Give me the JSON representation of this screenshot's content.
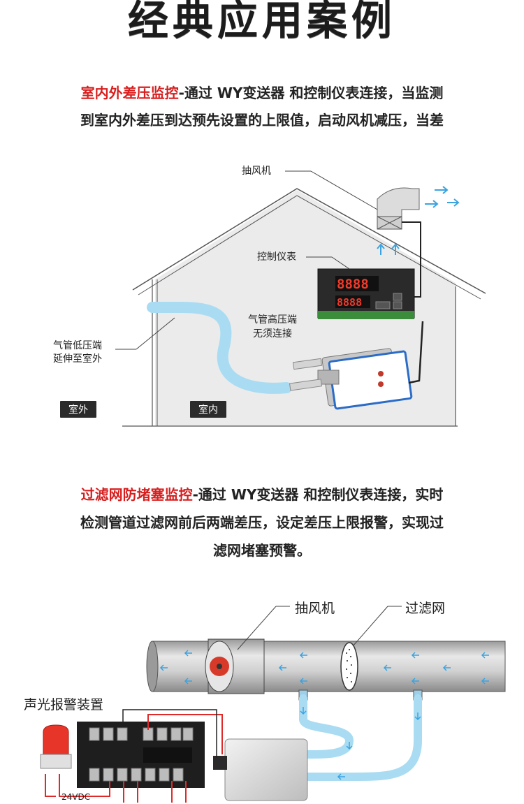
{
  "title": "经典应用案例",
  "case1": {
    "heading": "室内外差压监控",
    "text_part1": "-通过",
    "wy": "WY变送器",
    "text_part2": "和控制仪表连接，当监测",
    "line2": "到室内外差压到达预先设置的上限值，启动风机减压，当差"
  },
  "diagram1": {
    "fan_label": "抽风机",
    "controller_label": "控制仪表",
    "high_pressure_label_1": "气管高压端",
    "high_pressure_label_2": "无须连接",
    "low_pressure_label_1": "气管低压端",
    "low_pressure_label_2": "延伸至室外",
    "outdoor_tag": "室外",
    "indoor_tag": "室内",
    "display_top": "8888",
    "display_bottom": "8888"
  },
  "case2": {
    "heading": "过滤网防堵塞监控",
    "text_part1": "-通过",
    "wy": "WY变送器",
    "text_part2": "和控制仪表连接，实时",
    "line2": "检测管道过滤网前后两端差压，设定差压上限报警，实现过",
    "line3": "滤网堵塞预警。"
  },
  "diagram2": {
    "fan_label": "抽风机",
    "filter_label": "过滤网",
    "alarm_label": "声光报警装置",
    "power_label": "24VDC"
  },
  "colors": {
    "accent_red": "#d81e1e",
    "tube_blue": "#a9dcf2",
    "arrow_blue": "#3aa3e0"
  }
}
